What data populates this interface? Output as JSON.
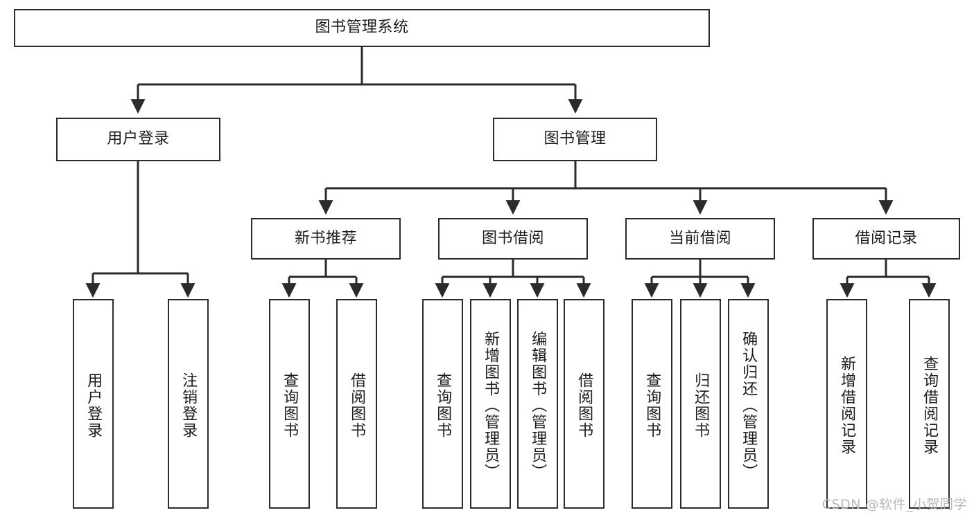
{
  "diagram": {
    "title": "图书管理系统",
    "type": "hierarchy-tree",
    "watermark": "CSDN @软件_小贺同学",
    "colors": {
      "box_border": "#2b2b2b",
      "box_fill": "#ffffff",
      "connector": "#2b2b2b",
      "text": "#1c1c1c",
      "watermark": "#b9b9b9",
      "background": "#ffffff"
    },
    "root": {
      "label": "图书管理系统"
    },
    "level2": [
      {
        "label": "用户登录"
      },
      {
        "label": "图书管理"
      }
    ],
    "level3": [
      {
        "label": "新书推荐"
      },
      {
        "label": "图书借阅"
      },
      {
        "label": "当前借阅"
      },
      {
        "label": "借阅记录"
      }
    ],
    "leaves": {
      "user_login": [
        {
          "label": "用户登录"
        },
        {
          "label": "注销登录"
        }
      ],
      "new_book": [
        {
          "label": "查询图书"
        },
        {
          "label": "借阅图书"
        }
      ],
      "book_borrow": [
        {
          "label": "查询图书"
        },
        {
          "label": "新增图书（管理员）"
        },
        {
          "label": "编辑图书（管理员）"
        },
        {
          "label": "借阅图书"
        }
      ],
      "current_borrow": [
        {
          "label": "查询图书"
        },
        {
          "label": "归还图书"
        },
        {
          "label": "确认归还（管理员）"
        }
      ],
      "borrow_record": [
        {
          "label": "新增借阅记录"
        },
        {
          "label": "查询借阅记录"
        }
      ]
    }
  }
}
